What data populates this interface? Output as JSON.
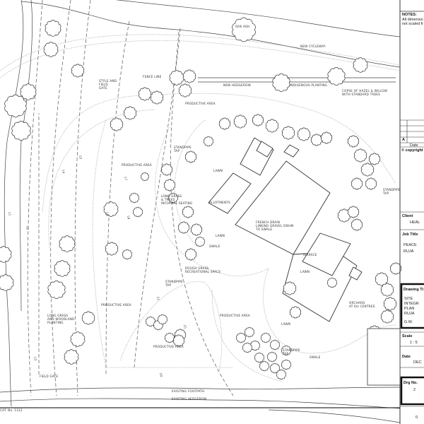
{
  "drawing": {
    "labels": {
      "oak_ash": "OAK ASH",
      "new_cycleway": "NEW CYCLEWAY",
      "fence_line": "FENCE LINE",
      "stile_gate": [
        "STYLE AND",
        "FIELD",
        "GATE"
      ],
      "new_hedgerow": "NEW HEDGEROW",
      "indigenous_planting": "INDIGENOUS PLANTING",
      "copse": [
        "COPSE OF HAZEL & WILLOW",
        "WITH STANDARD TREES"
      ],
      "productive_area_top": "PRODUCTIVE AREA",
      "productive_area_left": "PRODUCTIVE AREA",
      "standpipe_1": [
        "STANDPIPE",
        "TAP"
      ],
      "lawn_1": "LAWN",
      "long_grass_trees": [
        "LONG GRASS",
        "& TREES",
        "INFORMAL SEATING"
      ],
      "allotments": "ALLOTMENTS",
      "french_drain": [
        "FRENCH DRAIN",
        "LINKING GRAVEL DRAIN",
        "TO SWALE"
      ],
      "lawn_2": "LAWN",
      "swale_1": "SWALE",
      "terrace": "TERRACE",
      "lawn_3": "LAWN",
      "rough_grass": [
        "ROUGH GRASS",
        "RECREATIONAL SPACE"
      ],
      "standpipe_2": [
        "STANDPIPE",
        "TAP"
      ],
      "standpipe_3": [
        "STANDPIPE",
        "TAP"
      ],
      "productive_area_mid": "PRODUCTIVE AREA",
      "long_grass_woodland": [
        "LONG GRASS",
        "AND WOODLAND",
        "PLANTING"
      ],
      "productive_area_right": "PRODUCTIVE AREA",
      "lawn_4": "LAWN",
      "orchard": [
        "ORCHARD",
        "AT 6m CENTRES"
      ],
      "productive_area_bottom": "PRODUCTIVE AREA",
      "field_gate": "FIELD GATE",
      "swale_2": "SWALE",
      "standpipe_4": [
        "STANDPIPE",
        "TAP"
      ],
      "existing_footpath": "EXISTING FOOTPATH",
      "existing_hedgerow": "EXISTING HEDGEROW",
      "cat_no": "CAT. No. 1312",
      "contours": [
        "11",
        "12",
        "13",
        "14",
        "15",
        "16",
        "17",
        "18",
        "20",
        "21",
        "21"
      ]
    }
  },
  "title_block": {
    "notes_heading": "NOTES:",
    "notes_lines": [
      "All dimensio",
      "not scaled fr"
    ],
    "revision_letter": "A",
    "revision_date_label": "Date",
    "copyright": "© copyright",
    "client_label": "Client",
    "client_value": "HEAL",
    "job_title_label": "Job Title",
    "job_title_lines": [
      "PEACE",
      "RUJA"
    ],
    "drawing_title_label": "Drawing Ti",
    "drawing_title_lines": [
      "SITE",
      "INTEGR",
      "PLAN",
      "RUJA",
      "G.W."
    ],
    "scale_label": "Scale",
    "scale_value": "1 : 5",
    "date_label": "Date",
    "date_value": "DEC",
    "drg_no_label": "Drg No.",
    "drg_no_value": "2",
    "footer_mark": "0"
  }
}
